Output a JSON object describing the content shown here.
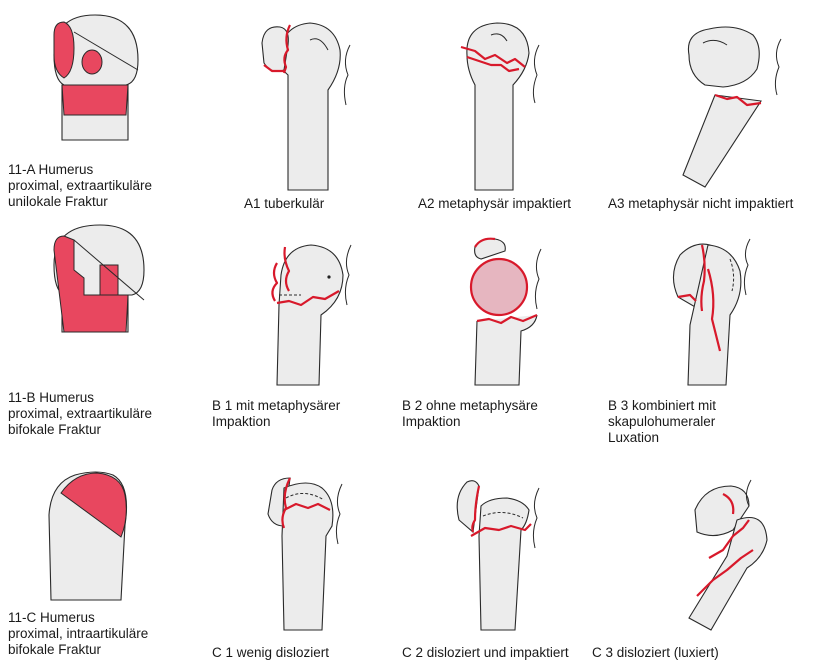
{
  "colors": {
    "fracture_line": "#d8192b",
    "schematic_fill": "#e8475f",
    "bone": "#ececec"
  },
  "rows": [
    {
      "group_label": "11-A Humerus\nproximal, extraartikuläre\nunilokale Fraktur",
      "items": [
        {
          "label": "A1  tuberkulär"
        },
        {
          "label": "A2  metaphysär impaktiert"
        },
        {
          "label": "A3  metaphysär nicht impaktiert"
        }
      ]
    },
    {
      "group_label": "11-B Humerus\nproximal, extraartikuläre\nbifokale Fraktur",
      "items": [
        {
          "label": "B 1  mit metaphysärer\n      Impaktion"
        },
        {
          "label": "B 2  ohne metaphysäre\n      Impaktion"
        },
        {
          "label": "B 3  kombiniert mit\n      skapulohumeraler\n      Luxation"
        }
      ]
    },
    {
      "group_label": "11-C Humerus\nproximal, intraartikuläre\nbifokale Fraktur",
      "items": [
        {
          "label": "C 1  wenig disloziert"
        },
        {
          "label": "C 2  disloziert und impaktiert"
        },
        {
          "label": "C 3  disloziert (luxiert)"
        }
      ]
    }
  ]
}
